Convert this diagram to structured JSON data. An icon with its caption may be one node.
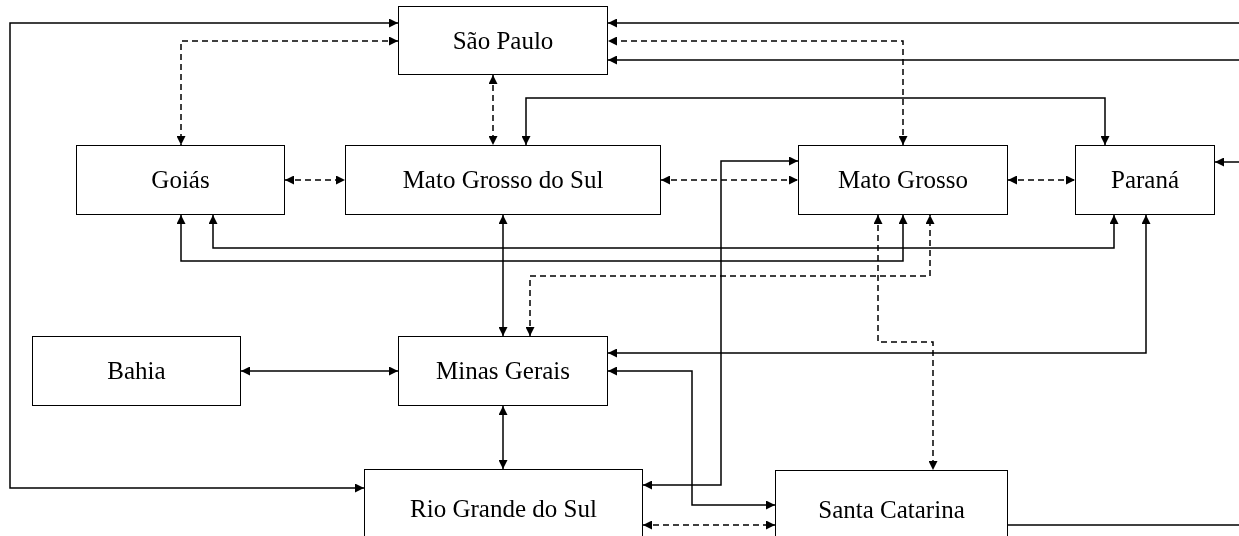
{
  "diagram": {
    "nodes": [
      {
        "text": [
          "São Paulo"
        ]
      },
      {
        "text": [
          "Goiás"
        ]
      },
      {
        "text": [
          "Mato Grosso do Sul"
        ]
      },
      {
        "text": [
          "Mato Grosso"
        ]
      },
      {
        "text": [
          "Paraná"
        ]
      },
      {
        "text": [
          "Bahia"
        ]
      },
      {
        "text": [
          "Minas Gerais"
        ]
      },
      {
        "text": [
          "Rio Grande do Sul"
        ]
      },
      {
        "text": [
          "Santa Catarina"
        ]
      }
    ],
    "edges": [
      {
        "from": 7,
        "to": 0,
        "arrow": "both"
      },
      {
        "from": 0,
        "to": 1,
        "arrow": "both",
        "style": "dashed"
      },
      {
        "from": null,
        "to": 0,
        "arrow": "to"
      },
      {
        "from": 3,
        "to": 0,
        "arrow": "both",
        "style": "dashed"
      },
      {
        "from": null,
        "to": 0,
        "arrow": "to"
      },
      {
        "from": 0,
        "to": 2,
        "arrow": "both",
        "style": "dashed"
      },
      {
        "from": 2,
        "to": 4,
        "arrow": "both"
      },
      {
        "from": 1,
        "to": 2,
        "arrow": "both",
        "style": "dashed"
      },
      {
        "from": 2,
        "to": 3,
        "arrow": "both",
        "style": "dashed"
      },
      {
        "from": 3,
        "to": 4,
        "arrow": "both",
        "style": "dashed"
      },
      {
        "from": null,
        "to": 4,
        "arrow": "to"
      },
      {
        "from": 1,
        "to": 4,
        "arrow": "both"
      },
      {
        "from": 1,
        "to": 3,
        "arrow": "both"
      },
      {
        "from": 2,
        "to": 6,
        "arrow": "both"
      },
      {
        "from": 6,
        "to": 3,
        "arrow": "both",
        "style": "dashed"
      },
      {
        "from": 3,
        "to": 8,
        "arrow": "both",
        "style": "dashed"
      },
      {
        "from": 3,
        "to": 7,
        "arrow": "both"
      },
      {
        "from": 4,
        "to": 6,
        "arrow": "both"
      },
      {
        "from": 6,
        "to": 8,
        "arrow": "both"
      },
      {
        "from": 5,
        "to": 6,
        "arrow": "both"
      },
      {
        "from": 6,
        "to": 7,
        "arrow": "both"
      },
      {
        "from": 7,
        "to": 8,
        "arrow": "both",
        "style": "dashed"
      },
      {
        "from": null,
        "to": 8,
        "arrow": "to"
      }
    ]
  }
}
